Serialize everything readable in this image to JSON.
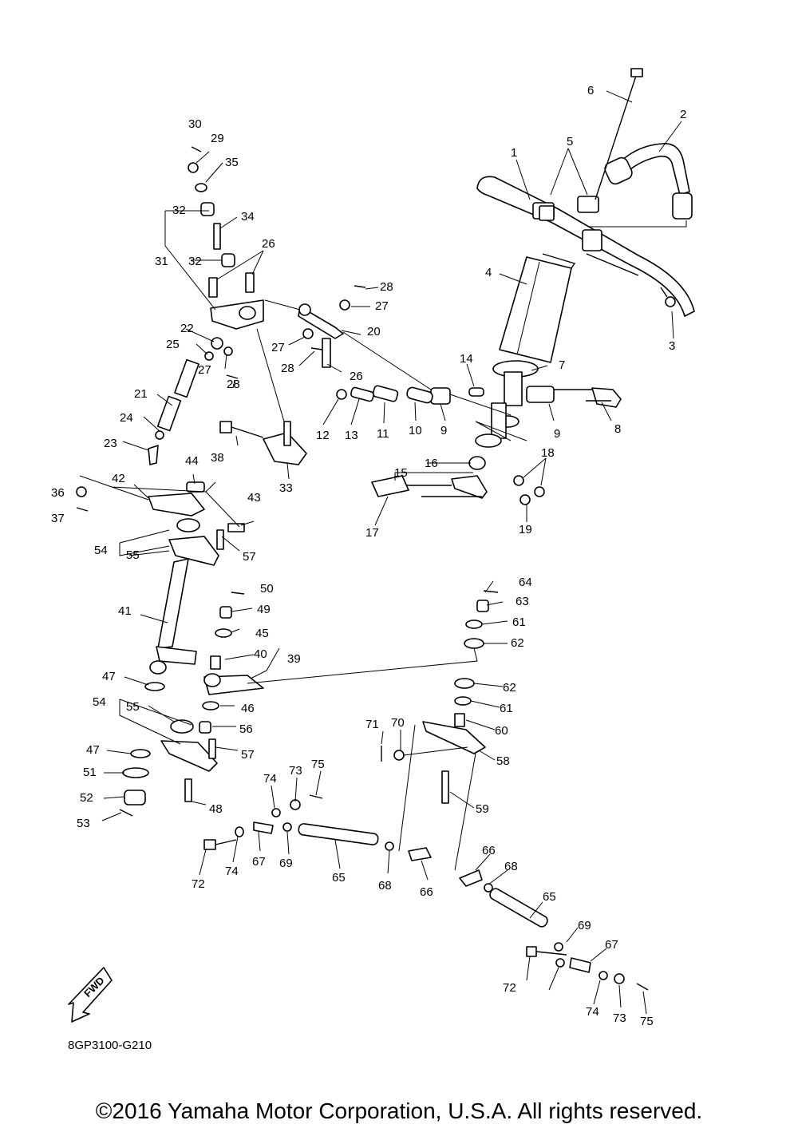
{
  "diagram": {
    "drawing_code": "8GP3100-G210",
    "fwd_label": "FWD",
    "copyright": "©2016 Yamaha Motor Corporation, U.S.A. All rights reserved.",
    "callouts": [
      {
        "id": "c1",
        "label": "1"
      },
      {
        "id": "c2",
        "label": "2"
      },
      {
        "id": "c3",
        "label": "3"
      },
      {
        "id": "c4",
        "label": "4"
      },
      {
        "id": "c5",
        "label": "5"
      },
      {
        "id": "c6",
        "label": "6"
      },
      {
        "id": "c7",
        "label": "7"
      },
      {
        "id": "c8",
        "label": "8"
      },
      {
        "id": "c9a",
        "label": "9"
      },
      {
        "id": "c9b",
        "label": "9"
      },
      {
        "id": "c10",
        "label": "10"
      },
      {
        "id": "c11",
        "label": "11"
      },
      {
        "id": "c12",
        "label": "12"
      },
      {
        "id": "c13",
        "label": "13"
      },
      {
        "id": "c14",
        "label": "14"
      },
      {
        "id": "c15",
        "label": "15"
      },
      {
        "id": "c16",
        "label": "16"
      },
      {
        "id": "c17",
        "label": "17"
      },
      {
        "id": "c18",
        "label": "18"
      },
      {
        "id": "c19",
        "label": "19"
      },
      {
        "id": "c20",
        "label": "20"
      },
      {
        "id": "c21",
        "label": "21"
      },
      {
        "id": "c22",
        "label": "22"
      },
      {
        "id": "c23",
        "label": "23"
      },
      {
        "id": "c24",
        "label": "24"
      },
      {
        "id": "c25",
        "label": "25"
      },
      {
        "id": "c26a",
        "label": "26"
      },
      {
        "id": "c26b",
        "label": "26"
      },
      {
        "id": "c27a",
        "label": "27"
      },
      {
        "id": "c27b",
        "label": "27"
      },
      {
        "id": "c27c",
        "label": "27"
      },
      {
        "id": "c28a",
        "label": "28"
      },
      {
        "id": "c28b",
        "label": "28"
      },
      {
        "id": "c28c",
        "label": "28"
      },
      {
        "id": "c29",
        "label": "29"
      },
      {
        "id": "c30",
        "label": "30"
      },
      {
        "id": "c31",
        "label": "31"
      },
      {
        "id": "c32a",
        "label": "32"
      },
      {
        "id": "c32b",
        "label": "32"
      },
      {
        "id": "c33",
        "label": "33"
      },
      {
        "id": "c34",
        "label": "34"
      },
      {
        "id": "c35",
        "label": "35"
      },
      {
        "id": "c36",
        "label": "36"
      },
      {
        "id": "c37",
        "label": "37"
      },
      {
        "id": "c38",
        "label": "38"
      },
      {
        "id": "c39",
        "label": "39"
      },
      {
        "id": "c40",
        "label": "40"
      },
      {
        "id": "c41",
        "label": "41"
      },
      {
        "id": "c42",
        "label": "42"
      },
      {
        "id": "c43",
        "label": "43"
      },
      {
        "id": "c44",
        "label": "44"
      },
      {
        "id": "c45",
        "label": "45"
      },
      {
        "id": "c46",
        "label": "46"
      },
      {
        "id": "c47a",
        "label": "47"
      },
      {
        "id": "c47b",
        "label": "47"
      },
      {
        "id": "c48",
        "label": "48"
      },
      {
        "id": "c49",
        "label": "49"
      },
      {
        "id": "c50",
        "label": "50"
      },
      {
        "id": "c51",
        "label": "51"
      },
      {
        "id": "c52",
        "label": "52"
      },
      {
        "id": "c53",
        "label": "53"
      },
      {
        "id": "c54a",
        "label": "54"
      },
      {
        "id": "c54b",
        "label": "54"
      },
      {
        "id": "c55a",
        "label": "55"
      },
      {
        "id": "c55b",
        "label": "55"
      },
      {
        "id": "c56",
        "label": "56"
      },
      {
        "id": "c57a",
        "label": "57"
      },
      {
        "id": "c57b",
        "label": "57"
      },
      {
        "id": "c58",
        "label": "58"
      },
      {
        "id": "c59",
        "label": "59"
      },
      {
        "id": "c60",
        "label": "60"
      },
      {
        "id": "c61a",
        "label": "61"
      },
      {
        "id": "c61b",
        "label": "61"
      },
      {
        "id": "c62a",
        "label": "62"
      },
      {
        "id": "c62b",
        "label": "62"
      },
      {
        "id": "c63",
        "label": "63"
      },
      {
        "id": "c64",
        "label": "64"
      },
      {
        "id": "c65a",
        "label": "65"
      },
      {
        "id": "c65b",
        "label": "65"
      },
      {
        "id": "c66a",
        "label": "66"
      },
      {
        "id": "c66b",
        "label": "66"
      },
      {
        "id": "c67a",
        "label": "67"
      },
      {
        "id": "c67b",
        "label": "67"
      },
      {
        "id": "c68a",
        "label": "68"
      },
      {
        "id": "c68b",
        "label": "68"
      },
      {
        "id": "c69a",
        "label": "69"
      },
      {
        "id": "c69b",
        "label": "69"
      },
      {
        "id": "c70",
        "label": "70"
      },
      {
        "id": "c71",
        "label": "71"
      },
      {
        "id": "c72a",
        "label": "72"
      },
      {
        "id": "c72b",
        "label": "72"
      },
      {
        "id": "c73a",
        "label": "73"
      },
      {
        "id": "c73b",
        "label": "73"
      },
      {
        "id": "c74a",
        "label": "74"
      },
      {
        "id": "c74b",
        "label": "74"
      },
      {
        "id": "c74c",
        "label": "74"
      },
      {
        "id": "c75a",
        "label": "75"
      },
      {
        "id": "c75b",
        "label": "75"
      }
    ]
  }
}
